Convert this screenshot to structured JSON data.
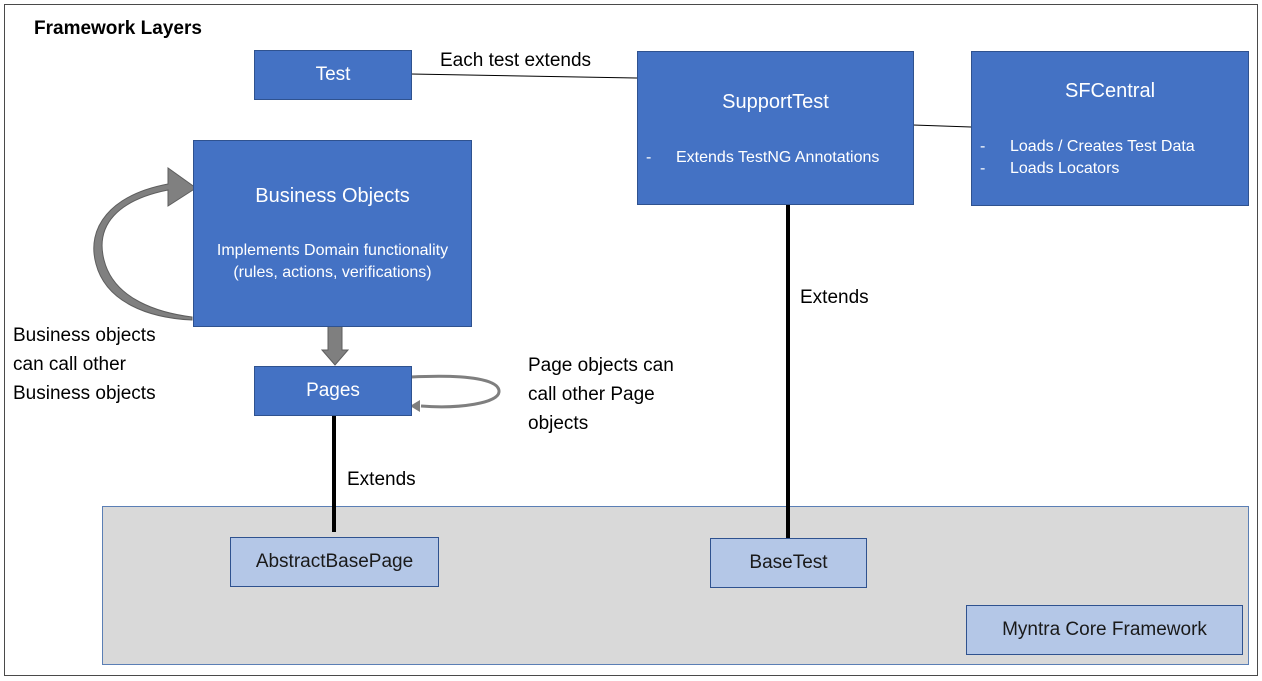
{
  "diagram": {
    "title": "Framework Layers",
    "nodes": {
      "test": {
        "label": "Test"
      },
      "support_test": {
        "title": "SupportTest",
        "bullets": [
          "Extends TestNG Annotations"
        ]
      },
      "sf_central": {
        "title": "SFCentral",
        "bullets": [
          "Loads / Creates Test Data",
          "Loads Locators"
        ]
      },
      "business_objects": {
        "title": "Business Objects",
        "description_lines": [
          "Implements Domain functionality",
          "(rules, actions, verifications)"
        ]
      },
      "pages": {
        "label": "Pages"
      },
      "abstract_base_page": {
        "label": "AbstractBasePage"
      },
      "base_test": {
        "label": "BaseTest"
      },
      "core_framework": {
        "label": "Myntra Core Framework"
      }
    },
    "edge_labels": {
      "each_test_extends": "Each test extends",
      "support_extends": "Extends",
      "pages_extends": "Extends",
      "business_self_call": [
        "Business objects",
        "can call other",
        "Business objects"
      ],
      "pages_self_call": [
        "Page objects can",
        "call other Page",
        "objects"
      ]
    },
    "bullet_marker": "-",
    "colors": {
      "box_fill": "#4472c4",
      "box_light_fill": "#b4c7e7",
      "core_area_fill": "#d9d9d9",
      "arrow_gray": "#7f7f7f"
    }
  }
}
